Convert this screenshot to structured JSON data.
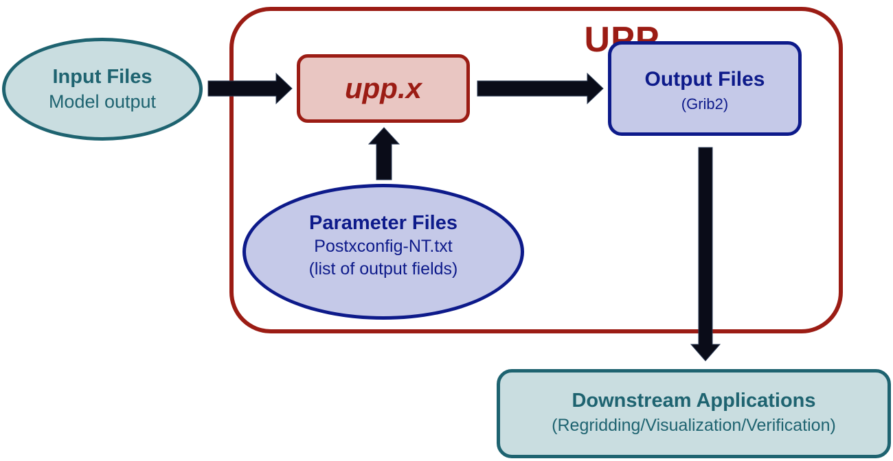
{
  "upp": {
    "title": "UPP"
  },
  "input_files": {
    "title": "Input Files",
    "subtitle": "Model output"
  },
  "executable": {
    "label": "upp.x"
  },
  "output_files": {
    "title": "Output Files",
    "subtitle": "(Grib2)"
  },
  "parameter_files": {
    "title": "Parameter Files",
    "subtitle": "Postxconfig-NT.txt",
    "note": "(list of output fields)"
  },
  "downstream": {
    "title": "Downstream Applications",
    "subtitle": "(Regridding/Visualization/Verification)"
  },
  "colors": {
    "upp_red": "#9b1c14",
    "teal": "#1e6370",
    "navy": "#0d1a8a",
    "arrow": "#0a0c18"
  }
}
